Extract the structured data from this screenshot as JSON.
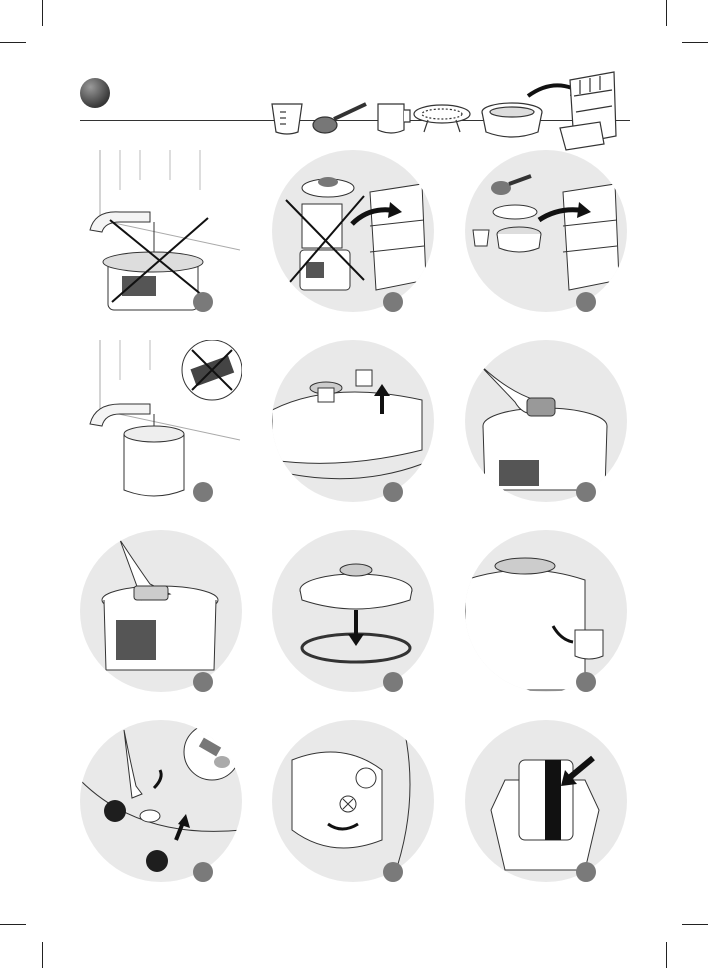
{
  "section": {
    "marker_icon": "section-number-dot"
  },
  "accessories": [
    "measuring-cup-icon",
    "rice-spoon-icon",
    "condensation-collector-icon",
    "steam-rack-icon",
    "steam-basket-icon",
    "dishwasher-icon"
  ],
  "steps": [
    {
      "id": "1",
      "scene": "do-not-rinse-cooker-under-tap"
    },
    {
      "id": "2",
      "scene": "lid-and-body-not-dishwasher-safe"
    },
    {
      "id": "3",
      "scene": "accessories-dishwasher-safe"
    },
    {
      "id": "4",
      "scene": "rinse-inner-pot-no-scouring-pad"
    },
    {
      "id": "5",
      "scene": "remove-steam-release-valve"
    },
    {
      "id": "6",
      "scene": "wipe-lid-with-cloth"
    },
    {
      "id": "7",
      "scene": "wipe-rim-with-cloth"
    },
    {
      "id": "8",
      "scene": "remove-sealing-ring"
    },
    {
      "id": "9",
      "scene": "remove-condensation-collector"
    },
    {
      "id": "10",
      "scene": "clean-float-valve"
    },
    {
      "id": "11",
      "scene": "rotate-anti-block-shield"
    },
    {
      "id": "12",
      "scene": "check-valve-seal"
    }
  ],
  "colors": {
    "circle_bg": "#e9e9e9",
    "badge": "#7a7a7a",
    "badge_dark": "#1e1e1e",
    "line": "#333333"
  }
}
